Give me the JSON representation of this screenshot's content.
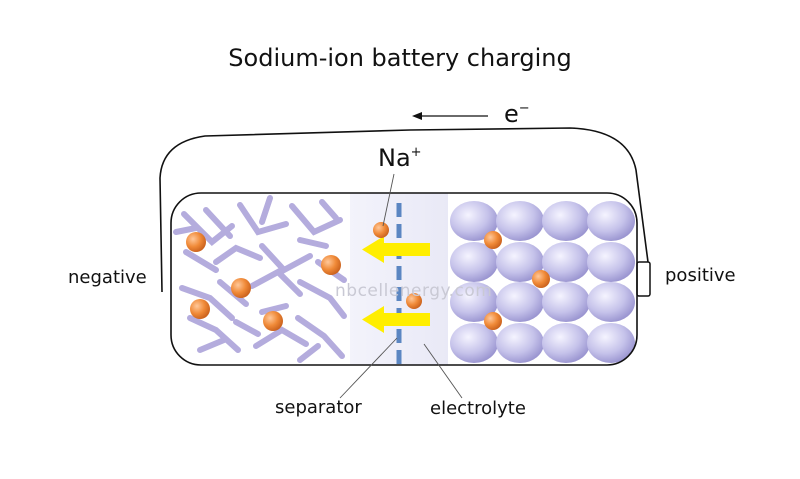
{
  "title": "Sodium-ion battery charging",
  "electron": {
    "symbol": "e",
    "superscript": "−"
  },
  "ion": {
    "symbol": "Na",
    "superscript": "+"
  },
  "labels": {
    "negative": "negative",
    "positive": "positive",
    "separator": "separator",
    "electrolyte": "electrolyte"
  },
  "watermark": "nbcellenergy.com",
  "colors": {
    "ion": "#f08a38",
    "arrow": "#ffee00",
    "separator": "#5b86c2",
    "graphite": "#b0a8dc",
    "cathode_particle": "#c5c2ea",
    "electrolyte": "#f0f0fa",
    "outline": "#111111"
  }
}
